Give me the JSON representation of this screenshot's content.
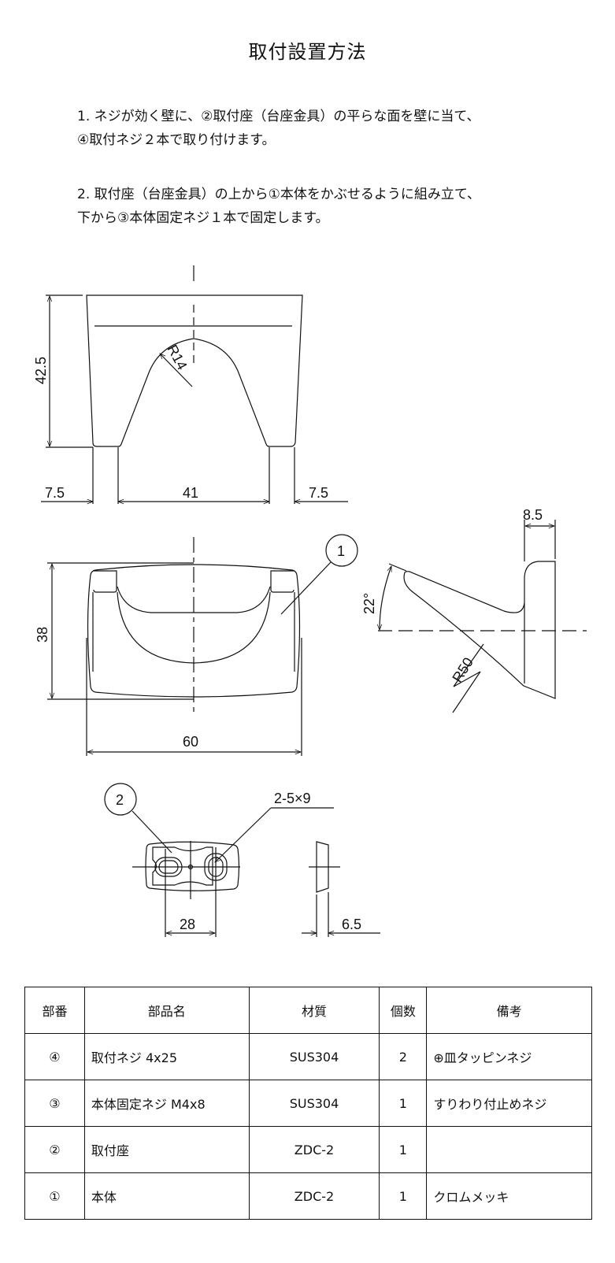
{
  "title": "取付設置方法",
  "steps": [
    {
      "line1": "1. ネジが効く壁に、②取付座（台座金具）の平らな面を壁に当て、",
      "line2": "④取付ネジ２本で取り付けます。"
    },
    {
      "line1": "2. 取付座（台座金具）の上から①本体をかぶせるように組み立て、",
      "line2": "下から③本体固定ネジ１本で固定します。"
    }
  ],
  "drawing": {
    "top_view": {
      "height": "42.5",
      "radius": "R14",
      "left_width": "7.5",
      "center_width": "41",
      "right_width": "7.5"
    },
    "front_view": {
      "height": "38",
      "width": "60",
      "part_label": "1"
    },
    "side_view": {
      "depth": "8.5",
      "angle": "22°",
      "radius": "R50"
    },
    "base_view": {
      "part_label": "2",
      "slot": "2-5×9",
      "pitch": "28",
      "thickness": "6.5"
    }
  },
  "parts_table": {
    "headers": [
      "部番",
      "部品名",
      "材質",
      "個数",
      "備考"
    ],
    "rows": [
      {
        "no": "④",
        "name": "取付ネジ  4x25",
        "material": "SUS304",
        "qty": "2",
        "note": "⊕皿タッピンネジ"
      },
      {
        "no": "③",
        "name": "本体固定ネジ M4x8",
        "material": "SUS304",
        "qty": "1",
        "note": "すりわり付止めネジ"
      },
      {
        "no": "②",
        "name": "取付座",
        "material": "ZDC-2",
        "qty": "1",
        "note": ""
      },
      {
        "no": "①",
        "name": "本体",
        "material": "ZDC-2",
        "qty": "1",
        "note": "クロムメッキ"
      }
    ]
  }
}
